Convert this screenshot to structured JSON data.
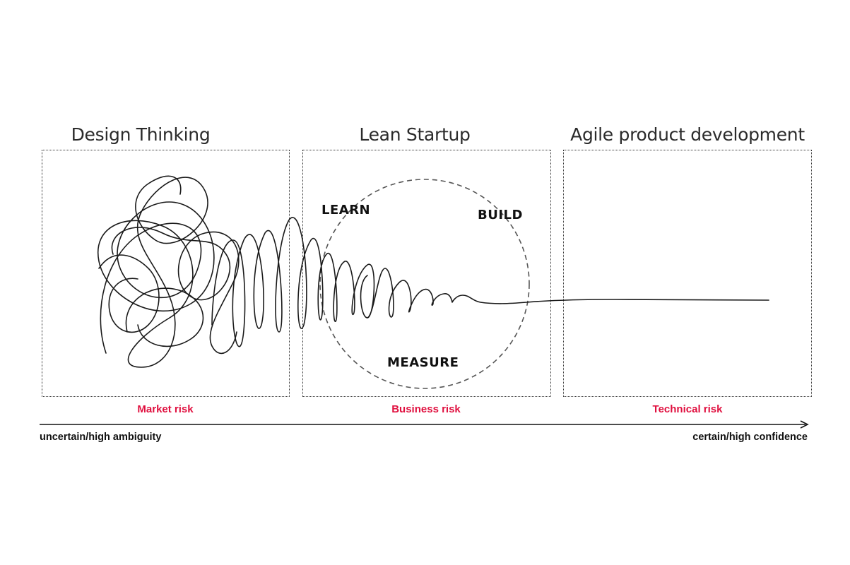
{
  "phases": [
    {
      "title": "Design Thinking",
      "risk": "Market risk"
    },
    {
      "title": "Lean Startup",
      "risk": "Business risk"
    },
    {
      "title": "Agile product development",
      "risk": "Technical risk"
    }
  ],
  "cycle": {
    "learn": "LEARN",
    "build": "BUILD",
    "measure": "MEASURE"
  },
  "axis": {
    "start_label": "uncertain/high ambiguity",
    "end_label": "certain/high confidence"
  },
  "colors": {
    "risk": "#e0103f",
    "stroke": "#1a1a1a",
    "box_border": "#333333"
  },
  "icons": {
    "axis_end": "arrow-right-icon"
  }
}
